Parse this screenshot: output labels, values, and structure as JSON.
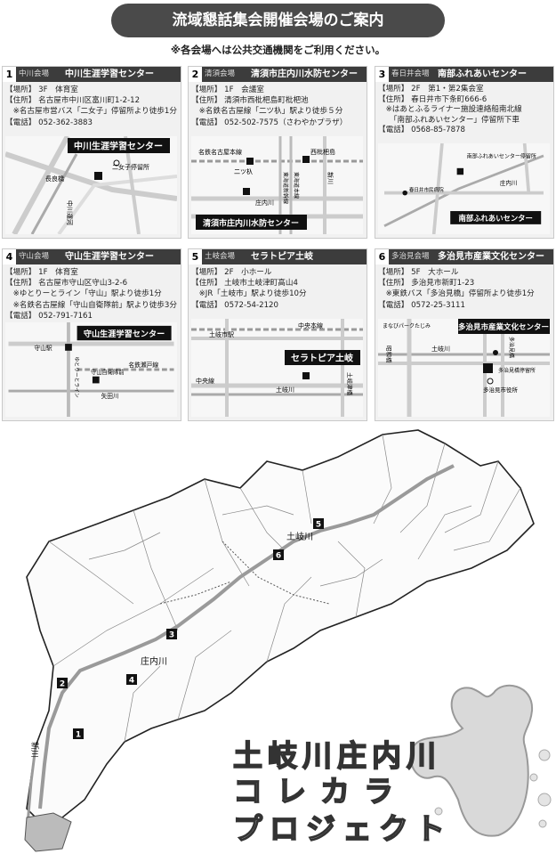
{
  "title": "流域懇話集会開催会場のご案内",
  "notice": "※各会場へは公共交通機関をご利用ください。",
  "venues": [
    {
      "num": "1",
      "area": "中川会場",
      "name": "中川生涯学習センター",
      "info": "【場所】 3F　体育室\n【住所】 名古屋市中川区富川町1-2-12\n　※名古屋市営バス「二女子」停留所より徒歩1分\n【電話】 052-362-3883",
      "map_title": "中川生涯学習センター",
      "map_labels": [
        "二女子停留所",
        "長良橋",
        "中川運河"
      ]
    },
    {
      "num": "2",
      "area": "清須会場",
      "name": "清須市庄内川水防センター",
      "info": "【場所】 1F　会議室\n【住所】 清須市西枇杷島町枇杷池\n　※名鉄名古屋線「二ツ杁」駅より徒歩５分\n【電話】 052-502-7575（さわやかプラザ）",
      "map_title": "清須市庄内川水防センター",
      "map_labels": [
        "名鉄名古屋本線",
        "二ツ杁",
        "西枇杷島",
        "庄内川",
        "東海道本線",
        "東海道新幹線",
        "新川"
      ]
    },
    {
      "num": "3",
      "area": "春日井会場",
      "name": "南部ふれあいセンター",
      "info": "【場所】 2F　第1・第2集会室\n【住所】 春日井市下条町666-6\n　※はあとふるライナー施設連絡船南北線\n　　「南部ふれあいセンター」停留所下車\n【電話】 0568-85-7878",
      "map_title": "南部ふれあいセンター",
      "map_labels": [
        "南部ふれあいセンター停留所",
        "庄内川",
        "春日井市民病院"
      ]
    },
    {
      "num": "4",
      "area": "守山会場",
      "name": "守山生涯学習センター",
      "info": "【場所】 1F　体育室\n【住所】 名古屋市守山区守山3-2-6\n　※ゆとりーとライン「守山」駅より徒歩1分\n　※名鉄名古屋線「守山自衛隊前」駅より徒歩3分\n【電話】 052-791-7161",
      "map_title": "守山生涯学習センター",
      "map_labels": [
        "守山駅",
        "守山自衛隊前",
        "名鉄瀬戸線",
        "矢田川",
        "ゆとりーとライン"
      ]
    },
    {
      "num": "5",
      "area": "土岐会場",
      "name": "セラトピア土岐",
      "info": "【場所】 2F　小ホール\n【住所】 土岐市土岐津町高山4\n　※JR「土岐市」駅より徒歩10分\n【電話】 0572-54-2120",
      "map_title": "セラトピア土岐",
      "map_labels": [
        "中央本線",
        "土岐市駅",
        "中央線",
        "土岐川",
        "土岐津橋"
      ]
    },
    {
      "num": "6",
      "area": "多治見会場",
      "name": "多治見市産業文化センター",
      "info": "【場所】 5F　大ホール\n【住所】 多治見市新町1-23\n　※東鉄バス「多治見橋」停留所より徒歩1分\n【電話】 0572-25-3111",
      "map_title": "多治見市産業文化センター",
      "map_labels": [
        "まなびパークたじみ",
        "昭和橋",
        "土岐川",
        "多治見橋停留所",
        "多治見市役所",
        "多治見橋"
      ]
    }
  ],
  "big_map": {
    "river_labels": [
      "庄内川",
      "土岐川",
      "新川"
    ],
    "markers": [
      "1",
      "2",
      "3",
      "4",
      "5",
      "6"
    ]
  },
  "project": {
    "line1": "土岐川庄内川",
    "line2": "コレカラ",
    "line3": "プロジェクト"
  },
  "colors": {
    "header_dark": "#3c3c3c",
    "card_bg": "#f1f1f1",
    "river": "#9a9a9a"
  }
}
